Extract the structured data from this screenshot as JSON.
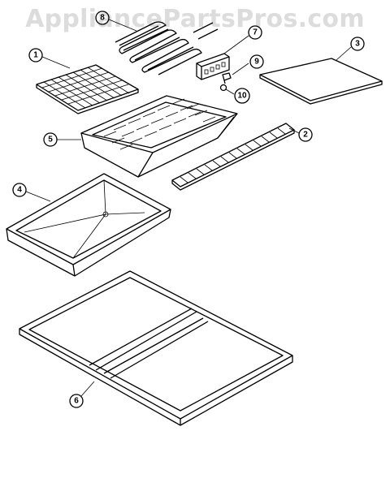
{
  "watermark": "AppliancePartsPros.com",
  "callouts": [
    {
      "id": "1",
      "part": "grill-grate"
    },
    {
      "id": "2",
      "part": "rock-grate"
    },
    {
      "id": "3",
      "part": "cover-plate"
    },
    {
      "id": "4",
      "part": "grease-pan"
    },
    {
      "id": "5",
      "part": "grill-tray"
    },
    {
      "id": "6",
      "part": "frame"
    },
    {
      "id": "7",
      "part": "element-block"
    },
    {
      "id": "8",
      "part": "heating-element"
    },
    {
      "id": "9",
      "part": "screw"
    },
    {
      "id": "10",
      "part": "nut"
    }
  ],
  "colors": {
    "line": "#000000",
    "watermark": "#dcdcdc",
    "background": "#ffffff"
  }
}
